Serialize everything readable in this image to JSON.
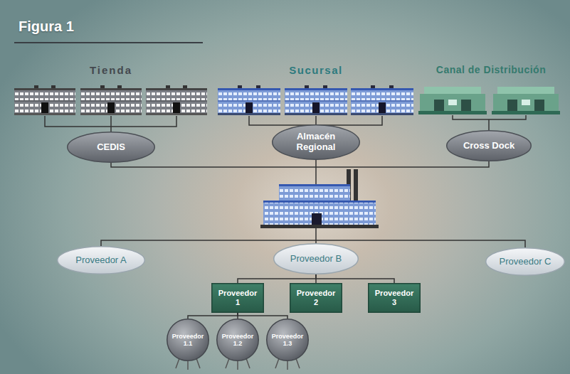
{
  "diagram": {
    "title": "Figura 1",
    "nodes": [
      {
        "text": [
          "CEDIS"
        ]
      },
      {
        "text": [
          "Almacén Regional"
        ]
      },
      {
        "text": [
          "Cross Dock"
        ]
      },
      {
        "text": [
          "Proveedor A"
        ]
      },
      {
        "text": [
          "Proveedor B"
        ]
      },
      {
        "text": [
          "Proveedor C"
        ]
      },
      {
        "text": [
          "Proveedor 1"
        ]
      },
      {
        "text": [
          "Proveedor 2"
        ]
      },
      {
        "text": [
          "Proveedor 3"
        ]
      },
      {
        "text": [
          "Proveedor 1.1"
        ]
      },
      {
        "text": [
          "Proveedor 1.2"
        ]
      },
      {
        "text": [
          "Proveedor 1.3"
        ]
      }
    ],
    "edges": [
      {
        "from": 4,
        "to": 6,
        "arrow": "none"
      },
      {
        "from": 4,
        "to": 7,
        "arrow": "none"
      },
      {
        "from": 4,
        "to": 8,
        "arrow": "none"
      },
      {
        "from": 6,
        "to": 9,
        "arrow": "none"
      },
      {
        "from": 6,
        "to": 10,
        "arrow": "none"
      },
      {
        "from": 6,
        "to": 11,
        "arrow": "none"
      }
    ],
    "labels": [
      "Tienda",
      "Sucursal",
      "Canal de Distribución"
    ]
  }
}
